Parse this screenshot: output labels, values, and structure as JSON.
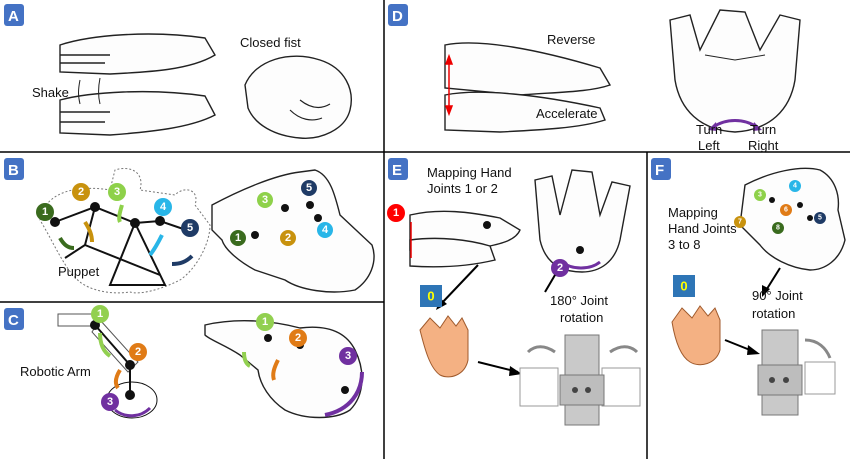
{
  "panels": {
    "A": {
      "letter": "A",
      "labels": {
        "shake": "Shake",
        "fist": "Closed fist"
      }
    },
    "B": {
      "letter": "B",
      "labels": {
        "puppet": "Puppet"
      }
    },
    "C": {
      "letter": "C",
      "labels": {
        "arm": "Robotic Arm"
      }
    },
    "D": {
      "letter": "D",
      "labels": {
        "reverse": "Reverse",
        "accelerate": "Accelerate",
        "turn1": "Turn",
        "left": "Left",
        "turn2": "Turn",
        "right": "Right"
      }
    },
    "E": {
      "letter": "E",
      "labels": {
        "map1": "Mapping Hand",
        "map2": "Joints 1 or 2",
        "rot1": "180° Joint",
        "rot2": "rotation",
        "zero": "0"
      }
    },
    "F": {
      "letter": "F",
      "labels": {
        "map1": "Mapping",
        "map2": "Hand Joints",
        "map3": "3 to 8",
        "rot1": "90° Joint",
        "rot2": "rotation",
        "zero": "0"
      }
    }
  },
  "joint_numbers": [
    "1",
    "2",
    "3",
    "4",
    "5",
    "6",
    "7",
    "8"
  ],
  "colors": {
    "badge": "#4472c4",
    "j1": "#3a6b1e",
    "j2": "#c8920e",
    "j3": "#8ed14a",
    "j4": "#29b6e8",
    "j5": "#1f3b66",
    "arm1": "#92d050",
    "arm2": "#e07b16",
    "arm3": "#7030a0",
    "e1": "#ff0000",
    "e2": "#7030a0",
    "zero_bg": "#2e75b6",
    "zero_fg": "#ffff00",
    "skin": "#f4b183"
  }
}
